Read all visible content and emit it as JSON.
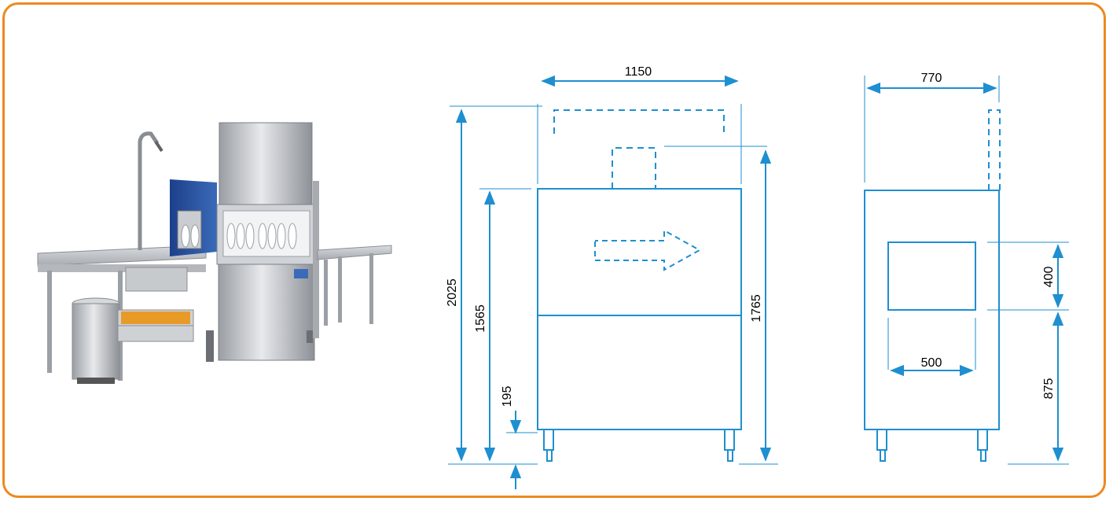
{
  "colors": {
    "frame": "#ec8a1f",
    "dimension_line": "#1e8fd0",
    "outline": "#1e8fd0"
  },
  "product_photo": {
    "icon": "conveyor-dishwasher-photo"
  },
  "front_view": {
    "width": "1150",
    "total_height": "2025",
    "body_height": "1565",
    "hood_height": "1765",
    "leg_height": "195"
  },
  "side_view": {
    "depth": "770",
    "window_height": "400",
    "window_width": "500",
    "window_bottom_height": "875"
  }
}
